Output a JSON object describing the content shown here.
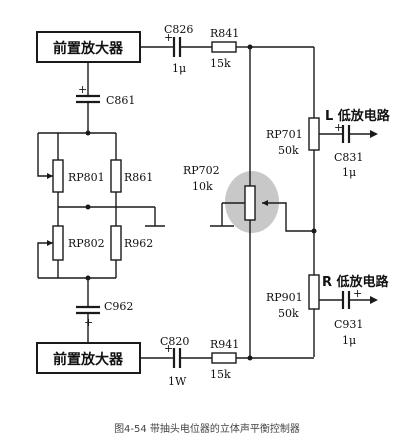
{
  "amplifiers": {
    "top": "前置放大器",
    "bottom": "前置放大器"
  },
  "components": {
    "c826": "C826",
    "c826_value": "1μ",
    "r841": "R841",
    "r841_value": "15k",
    "c861": "C861",
    "rp801": "RP801",
    "r861": "R861",
    "rp802": "RP802",
    "r962": "R962",
    "c962": "C962",
    "c820": "C820",
    "c820_value": "1W",
    "r941": "R941",
    "r941_value": "15k",
    "rp702": "RP702",
    "rp702_value": "10k",
    "rp701": "RP701",
    "rp701_value": "50k",
    "c831": "C831",
    "c831_value": "1μ",
    "rp901": "RP901",
    "rp901_value": "50k",
    "c931": "C931",
    "c931_value": "1μ"
  },
  "outputs": {
    "left": "L 低放电路",
    "right": "R 低放电路"
  },
  "polarity": "+",
  "caption": "图4-54 带抽头电位器的立体声平衡控制器",
  "colors": {
    "highlight": "#c8c8c8",
    "line": "#1a1a1a",
    "caption": "#444444"
  },
  "icons": [
    "ground-icon",
    "arrow-icon"
  ]
}
